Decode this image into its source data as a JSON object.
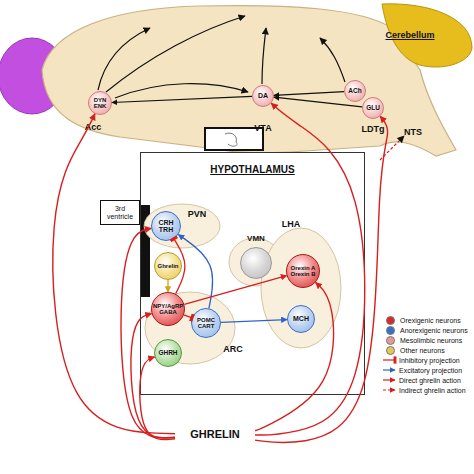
{
  "diagram": {
    "nodes": [
      {
        "text": [
          "DYN ENK"
        ]
      },
      {
        "text": [
          "DA"
        ]
      },
      {
        "text": [
          "ACh"
        ]
      },
      {
        "text": [
          "GLU"
        ]
      },
      {
        "text": [
          "HYPOTHALAMUS"
        ]
      },
      {
        "text": [
          "CRH TRH"
        ],
        "in": 4
      },
      {
        "text": [
          "Ghrelin"
        ],
        "in": 4
      },
      {
        "text": [
          "NPY/AgRP GABA"
        ],
        "in": 4
      },
      {
        "text": [
          "GHRH"
        ],
        "in": 4
      },
      {
        "text": [
          "POMC CART"
        ],
        "in": 4
      },
      {
        "text": [
          "VMN"
        ],
        "in": 4
      },
      {
        "text": [
          "Orexin A Orexin B"
        ],
        "in": 4
      },
      {
        "text": [
          "MCH"
        ],
        "in": 4
      },
      {
        "text": [
          "3rd ventricle"
        ]
      },
      {
        "text": [
          "GHRELIN"
        ]
      }
    ],
    "edges": [
      {
        "from": 14,
        "to": 0,
        "arrow": "to"
      },
      {
        "from": 14,
        "to": 1,
        "arrow": "to"
      },
      {
        "from": 14,
        "to": 3,
        "arrow": "to"
      },
      {
        "from": 14,
        "to": 5,
        "arrow": "to"
      },
      {
        "from": 14,
        "to": 7,
        "arrow": "to"
      },
      {
        "from": 14,
        "to": 8,
        "arrow": "to"
      },
      {
        "from": 14,
        "to": 11,
        "arrow": "to"
      },
      {
        "from": 6,
        "to": 7,
        "arrow": "to"
      },
      {
        "from": 7,
        "to": 5,
        "arrow": "to"
      },
      {
        "from": 7,
        "to": 9,
        "arrow": "to"
      },
      {
        "from": 9,
        "to": 5,
        "arrow": "to"
      },
      {
        "from": 9,
        "to": 12,
        "arrow": "to"
      },
      {
        "from": 7,
        "to": 11,
        "arrow": "to"
      },
      {
        "from": 1,
        "to": 0,
        "arrow": "to"
      },
      {
        "from": 2,
        "to": 1,
        "arrow": "to"
      },
      {
        "from": 3,
        "to": 1,
        "arrow": "to"
      }
    ],
    "labels": [
      "Cerebellum",
      "Acc",
      "VTA",
      "LDTg",
      "NTS",
      "PVN",
      "LHA",
      "ARC"
    ],
    "legend": [
      {
        "text": "Orexigenic neurons",
        "color": "#d62b2b"
      },
      {
        "text": "Anorexigenic neurons",
        "color": "#3a6fc4"
      },
      {
        "text": "Mesolimbic neurons",
        "color": "#e59a9a"
      },
      {
        "text": "Other neurons",
        "color": "#e3c75a"
      },
      {
        "text": "Inhibitory projection"
      },
      {
        "text": "Excitatory projection"
      },
      {
        "text": "Direct ghrelin action"
      },
      {
        "text": "Indirect ghrelin action"
      }
    ]
  }
}
